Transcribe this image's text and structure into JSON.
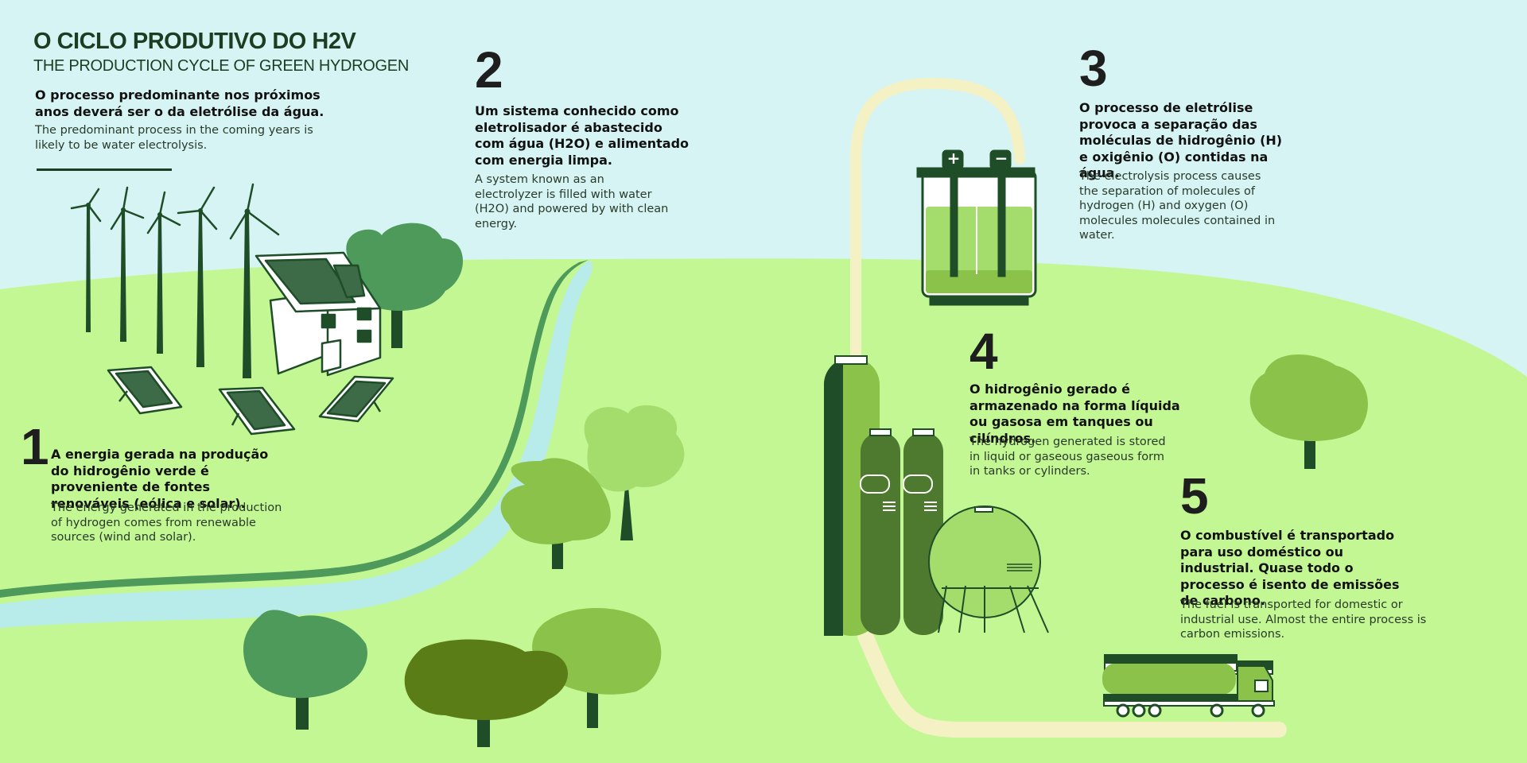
{
  "header": {
    "title": "O CICLO PRODUTIVO DO H2V",
    "subtitle": "THE PRODUCTION CYCLE OF GREEN HYDROGEN",
    "intro_pt": "O processo predominante nos próximos anos deverá ser o da eletrólise da água.",
    "intro_en": "The predominant process in the coming years is likely to be water electrolysis."
  },
  "steps": [
    {
      "number": "1",
      "pt": "A energia gerada na produção do hidrogênio verde é proveniente de fontes renováveis (eólica e solar).",
      "en": "The energy generated in the production of hydrogen comes from renewable sources (wind and solar)."
    },
    {
      "number": "2",
      "pt": "Um sistema conhecido como eletrolisador é abastecido com água (H2O) e alimentado com energia limpa.",
      "en": "A system known as an electrolyzer is filled with water (H2O) and powered by with clean energy."
    },
    {
      "number": "3",
      "pt": "O processo de eletrólise provoca a separação das moléculas de hidrogênio (H) e oxigênio (O) contidas na água.",
      "en": "The electrolysis process causes the separation of molecules of hydrogen (H) and oxygen (O) molecules molecules contained in water."
    },
    {
      "number": "4",
      "pt": "O hidrogênio gerado é armazenado na forma líquida ou gasosa em tanques ou cilíndros.",
      "en": "The hydrogen generated is stored in liquid or gaseous gaseous form in tanks or cylinders."
    },
    {
      "number": "5",
      "pt": "O combustível é transportado para uso doméstico ou industrial. Quase todo o processo é isento de emissões de carbono.",
      "en": "The fuel is transported for domestic or industrial use. Almost the entire process is carbon emissions."
    }
  ],
  "electrolyzer": {
    "plus": "+",
    "minus": "−"
  },
  "colors": {
    "sky": "#d6f4f3",
    "grass": "#c3f794",
    "dark_green": "#1f4d28",
    "mid_green": "#4d9a5b",
    "light_green": "#8bc34a",
    "pipe": "#f4f1c4",
    "river": "#b8ecea"
  }
}
